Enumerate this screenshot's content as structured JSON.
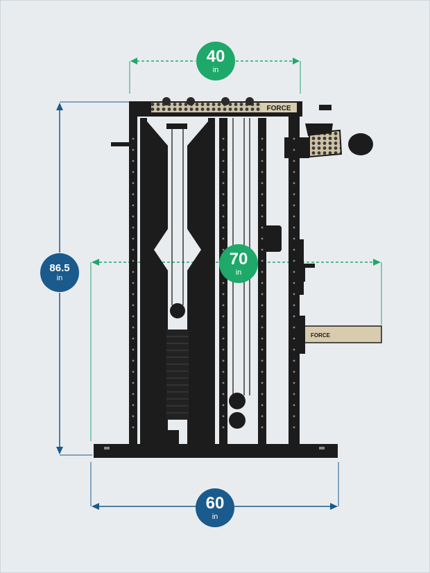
{
  "dimensions": {
    "width_top": {
      "value": "40",
      "unit": "in",
      "color": "#1ea86a"
    },
    "height": {
      "value": "86.5",
      "unit": "in",
      "color": "#1a5a8c"
    },
    "depth": {
      "value": "70",
      "unit": "in",
      "color": "#1ea86a"
    },
    "width_base": {
      "value": "60",
      "unit": "in",
      "color": "#1a5a8c"
    }
  },
  "brand": {
    "logo_text": "FORCE"
  },
  "colors": {
    "frame": "#1c1c1c",
    "background": "#e9ecef",
    "plate": "#d6c7a9"
  }
}
